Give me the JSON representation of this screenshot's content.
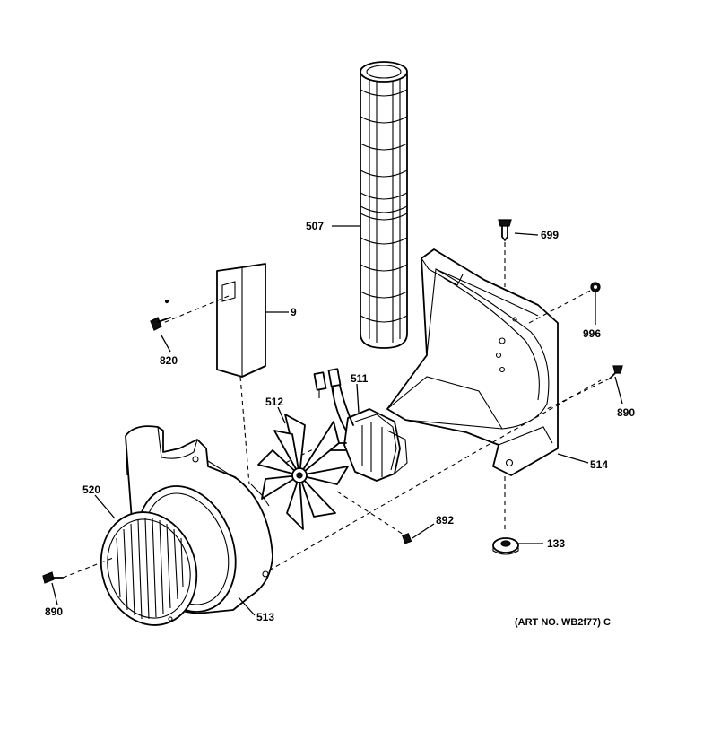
{
  "diagram": {
    "callouts": {
      "c507": "507",
      "c699": "699",
      "c9": "9",
      "c820": "820",
      "c996": "996",
      "c511": "511",
      "c512": "512",
      "c890_right": "890",
      "c514": "514",
      "c520": "520",
      "c892": "892",
      "c133": "133",
      "c890_left": "890",
      "c513": "513"
    },
    "art_number": "(ART NO. WB2f77) C",
    "parts": [
      "blower-wheel",
      "mounting-screw",
      "duct-plate",
      "screw",
      "nut",
      "motor",
      "fan-blade",
      "screw",
      "motor-bracket",
      "grille",
      "set-screw",
      "grommet",
      "screw",
      "blower-housing"
    ]
  }
}
